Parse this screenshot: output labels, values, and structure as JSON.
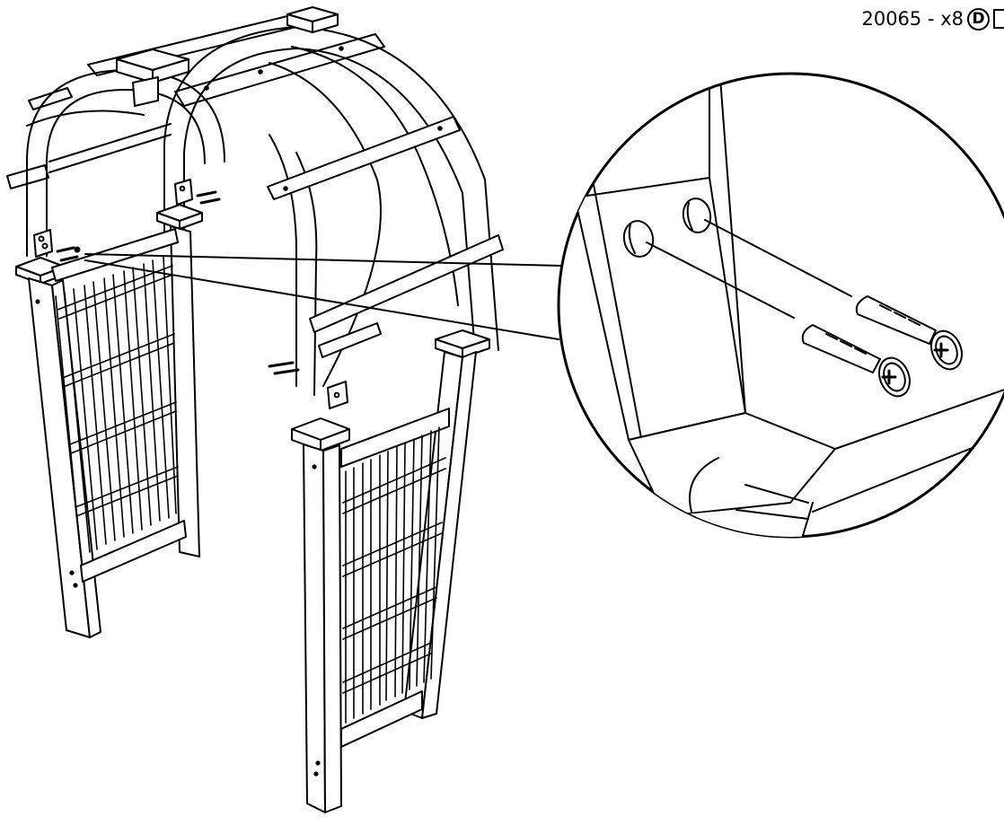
{
  "part_label": {
    "id_text": "20065 - x8",
    "letter": "D"
  },
  "figure": {
    "subject": "arbor",
    "detail": "magnified-screw-insertion",
    "hardware_count_visible": 6
  }
}
